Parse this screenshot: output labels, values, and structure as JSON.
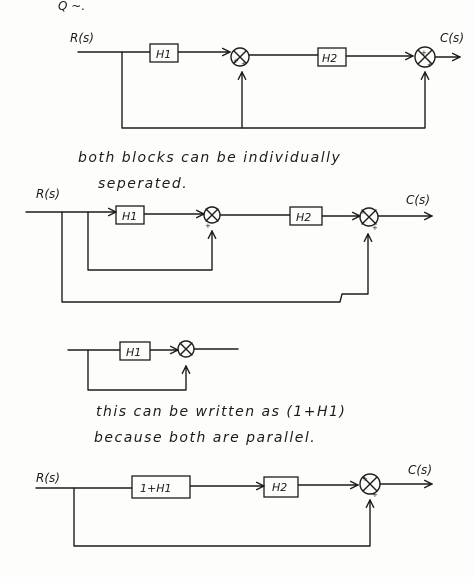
{
  "header": {
    "scribble": "Q ~."
  },
  "diagram1": {
    "input": "R(s)",
    "output": "C(s)",
    "block1": "H1",
    "block2": "H2",
    "plus": "+"
  },
  "notes": {
    "line1": "both blocks can be individually",
    "line2": "seperated.",
    "line3": "this can be written as (1+H1)",
    "line4": "because both are parallel."
  },
  "diagram2": {
    "input": "R(s)",
    "output": "C(s)",
    "block1": "H1",
    "block2": "H2",
    "plus": "+"
  },
  "diagram3": {
    "block1": "H1"
  },
  "diagram4": {
    "input": "R(s)",
    "output": "C(s)",
    "block1": "1+H1",
    "block2": "H2",
    "plus": "+"
  }
}
